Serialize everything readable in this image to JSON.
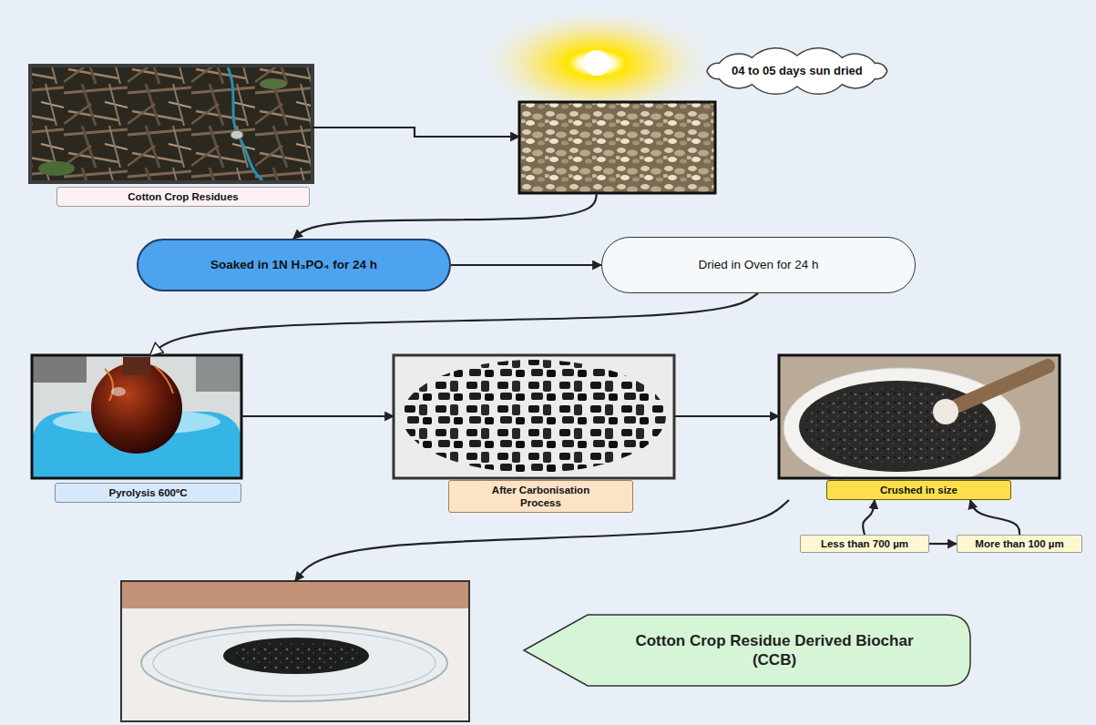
{
  "diagram": {
    "nodes": [
      {
        "text": [
          "Cotton Crop Residues"
        ]
      },
      {
        "text": [
          "04 to 05 days sun dried"
        ]
      },
      {
        "text": [
          "Soaked in 1N H₃PO₄ for 24 h"
        ]
      },
      {
        "text": [
          "Dried in Oven for 24 h"
        ]
      },
      {
        "text": [
          "Pyrolysis 600ºC"
        ]
      },
      {
        "text": [
          "After Carbonisation Process"
        ]
      },
      {
        "text": [
          "Crushed in size"
        ]
      },
      {
        "text": [
          "Less than 700 µm"
        ]
      },
      {
        "text": [
          "More than 100 µm"
        ]
      },
      {
        "text": [
          "Cotton Crop Residue Derived Biochar (CCB)"
        ]
      }
    ],
    "edges": [
      {
        "from": 0,
        "to": 1,
        "arrow": "to"
      },
      {
        "from": 1,
        "to": 2,
        "arrow": "to"
      },
      {
        "from": 2,
        "to": 3,
        "arrow": "to"
      },
      {
        "from": 3,
        "to": 4,
        "arrow": "to"
      },
      {
        "from": 4,
        "to": 5,
        "arrow": "to"
      },
      {
        "from": 5,
        "to": 6,
        "arrow": "to"
      },
      {
        "from": 6,
        "to": 9,
        "arrow": "to"
      },
      {
        "from": 7,
        "to": 8,
        "arrow": "to"
      },
      {
        "from": 7,
        "to": 6,
        "arrow": "to"
      },
      {
        "from": 8,
        "to": 6,
        "arrow": "to"
      }
    ]
  }
}
